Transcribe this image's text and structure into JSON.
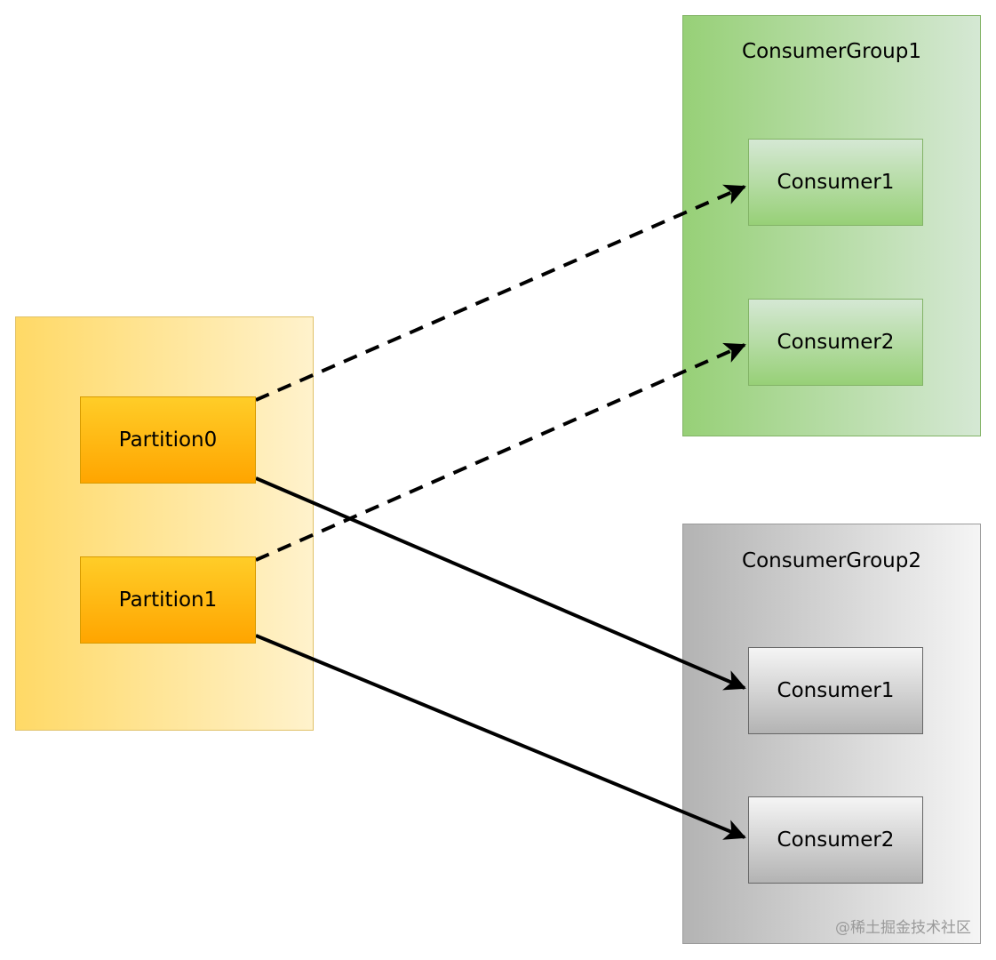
{
  "partitions_group": {
    "partitions": [
      {
        "label": "Partition0"
      },
      {
        "label": "Partition1"
      }
    ]
  },
  "consumer_groups": [
    {
      "title": "ConsumerGroup1",
      "consumers": [
        {
          "label": "Consumer1"
        },
        {
          "label": "Consumer2"
        }
      ]
    },
    {
      "title": "ConsumerGroup2",
      "consumers": [
        {
          "label": "Consumer1"
        },
        {
          "label": "Consumer2"
        }
      ]
    }
  ],
  "edges": [
    {
      "from": "Partition0",
      "to": "ConsumerGroup1.Consumer1",
      "style": "dashed"
    },
    {
      "from": "Partition1",
      "to": "ConsumerGroup1.Consumer2",
      "style": "dashed"
    },
    {
      "from": "Partition0",
      "to": "ConsumerGroup2.Consumer1",
      "style": "solid"
    },
    {
      "from": "Partition1",
      "to": "ConsumerGroup2.Consumer2",
      "style": "solid"
    }
  ],
  "watermark": "@稀土掘金技术社区",
  "colors": {
    "partition_fill": "#ffb300",
    "partition_container": "#fff2cc",
    "group1_fill": "#97d077",
    "group2_fill": "#b3b3b3",
    "edge": "#000000"
  }
}
